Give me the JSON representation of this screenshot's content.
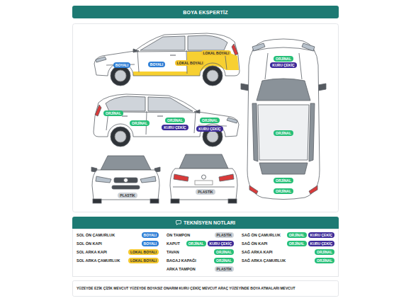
{
  "diagram": {
    "title": "BOYA EKSPERTİZ",
    "nodes": [
      {
        "text": [
          "BOYALI"
        ]
      },
      {
        "text": [
          "BOYALI"
        ]
      },
      {
        "text": [
          "LOKAL BOYALI"
        ]
      },
      {
        "text": [
          "LOKAL BOYALI"
        ]
      },
      {
        "text": [
          "ORJİNAL"
        ]
      },
      {
        "text": [
          "KURU ÇEKİÇ"
        ]
      },
      {
        "text": [
          "ORJİNAL"
        ]
      },
      {
        "text": [
          "ORJİNAL"
        ]
      },
      {
        "text": [
          "ORJİNAL"
        ]
      },
      {
        "text": [
          "KURU ÇEKİÇ"
        ]
      },
      {
        "text": [
          "ORJİNAL"
        ]
      },
      {
        "text": [
          "KURU ÇEKİÇ"
        ]
      },
      {
        "text": [
          "ORJİNAL"
        ]
      },
      {
        "text": [
          "ORJİNAL"
        ]
      },
      {
        "text": [
          "ORJİNAL"
        ]
      },
      {
        "text": [
          "PLASTİK"
        ]
      },
      {
        "text": [
          "PLASTİK"
        ]
      },
      {
        "text": [
          "TEKNİSYEN NOTLARI"
        ]
      },
      {
        "text": [
          "BOYALI"
        ]
      },
      {
        "text": [
          "PLASTİK"
        ]
      },
      {
        "text": [
          "ORJİNAL"
        ]
      },
      {
        "text": [
          "KURU ÇEKİÇ"
        ]
      },
      {
        "text": [
          "BOYALI"
        ]
      },
      {
        "text": [
          "ORJİNAL"
        ]
      },
      {
        "text": [
          "KURU ÇEKİÇ"
        ]
      },
      {
        "text": [
          "ORJİNAL"
        ]
      },
      {
        "text": [
          "KURU ÇEKİÇ"
        ]
      },
      {
        "text": [
          "LOKAL BOYALI"
        ]
      },
      {
        "text": [
          "ORJİNAL"
        ]
      },
      {
        "text": [
          "ORJİNAL"
        ]
      },
      {
        "text": [
          "LOKAL BOYALI"
        ]
      },
      {
        "text": [
          "ORJİNAL"
        ]
      },
      {
        "text": [
          "ORJİNAL"
        ]
      },
      {
        "text": [
          "PLASTİK"
        ]
      }
    ],
    "labels": [
      "SOL ÖN ÇAMURLUK",
      "ÖN TAMPON",
      "SAĞ ÖN ÇAMURLUK",
      "SOL ÖN KAPI",
      "KAPUT",
      "SAĞ ÖN KAPI",
      "SOL ARKA KAPI",
      "TAVAN",
      "SAĞ ARKA KAPI",
      "SOL ARKA ÇAMURLUK",
      "BAGAJ KAPAĞI",
      "SAĞ ARKA ÇAMURLUK",
      "ARKA TAMPON",
      "YÜZEYDE EZİK ÇİZİK MEVCUT YÜZEYDE BOYASIZ ONARIM KURU ÇEKİÇ MEVCUT ARAÇ YÜZEYİNDE BOYA ATMALARI MEVCUT"
    ]
  }
}
